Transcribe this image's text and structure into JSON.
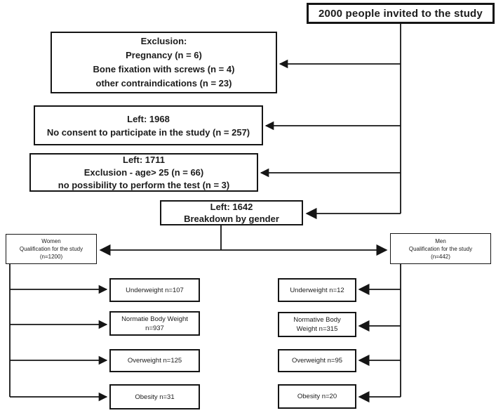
{
  "flowchart": {
    "invited_box": {
      "text": "2000 people invited to the study"
    },
    "exclusion_box": {
      "lines": [
        "Exclusion:",
        "Pregnancy (n = 6)",
        "Bone fixation with screws (n = 4)",
        "other contraindications (n = 23)"
      ]
    },
    "left_1968_box": {
      "lines": [
        "Left: 1968",
        "No consent to participate in the study (n = 257)"
      ]
    },
    "left_1711_box": {
      "lines": [
        "Left: 1711",
        "Exclusion - age> 25 (n = 66)",
        "no possibility to perform the test (n = 3)"
      ]
    },
    "left_1642_box": {
      "lines": [
        "Left: 1642",
        "Breakdown by gender"
      ]
    },
    "women_box": {
      "lines": [
        "Women",
        "Qualification for the study",
        "(n=1200)"
      ]
    },
    "men_box": {
      "lines": [
        "Men",
        "Qualification for the study",
        "(n=442)"
      ]
    },
    "women_categories": [
      {
        "label": "Underweight n=107"
      },
      {
        "label": "Normatie Body Weight n=937"
      },
      {
        "label": "Overweight n=125"
      },
      {
        "label": "Obesity n=31"
      }
    ],
    "men_categories": [
      {
        "label": "Underweight n=12"
      },
      {
        "label": "Normative Body Weight n=315"
      },
      {
        "label": "Overweight n=95"
      },
      {
        "label": "Obesity n=20"
      }
    ],
    "colors": {
      "line": "#151515",
      "background": "#ffffff"
    }
  }
}
